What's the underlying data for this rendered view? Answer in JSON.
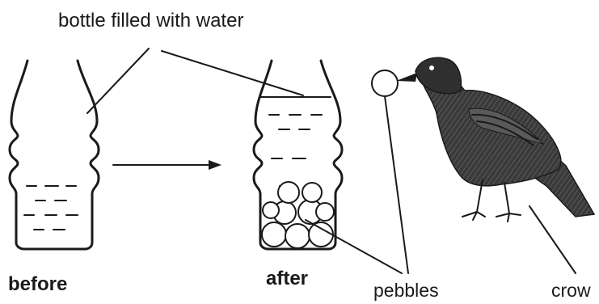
{
  "labels": {
    "bottle": "bottle filled with water",
    "before": "before",
    "after": "after",
    "pebbles": "pebbles",
    "crow": "crow"
  },
  "colors": {
    "ink": "#1a1a1a",
    "background": "#ffffff",
    "crow_body": "#3a3a3a"
  },
  "icons": {
    "arrow": "right-arrow-icon",
    "bird": "crow-icon"
  }
}
